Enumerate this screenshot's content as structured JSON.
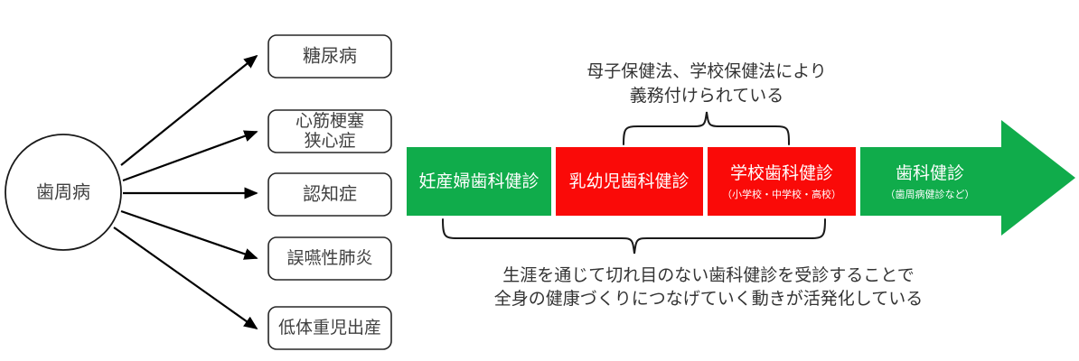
{
  "colors": {
    "green": "#10AC4B",
    "red": "#FA0A08",
    "outline": "#262626",
    "text_dark": "#404040",
    "text_note": "#333333",
    "label_light": "#FFFFFF",
    "background": "#FFFFFF"
  },
  "left_diagram": {
    "source": {
      "label": "歯周病",
      "shape": "circle"
    },
    "outcomes": [
      {
        "label_lines": [
          "糖尿病"
        ]
      },
      {
        "label_lines": [
          "心筋梗塞",
          "狭心症"
        ]
      },
      {
        "label_lines": [
          "認知症"
        ]
      },
      {
        "label_lines": [
          "誤嚥性肺炎"
        ]
      },
      {
        "label_lines": [
          "低体重児出産"
        ]
      }
    ]
  },
  "right_diagram": {
    "arrow_segments": [
      {
        "main": "妊産婦歯科健診",
        "sub": "",
        "color": "green"
      },
      {
        "main": "乳幼児歯科健診",
        "sub": "",
        "color": "red"
      },
      {
        "main": "学校歯科健診",
        "sub": "（小学校・中学校・高校）",
        "color": "red"
      },
      {
        "main": "歯科健診",
        "sub": "（歯周病健診など）",
        "color": "green"
      }
    ],
    "top_note_lines": [
      "母子保健法、学校保健法により",
      "義務付けられている"
    ],
    "bottom_note_lines": [
      "生涯を通じて切れ目のない歯科健診を受診することで",
      "全身の健康づくりにつなげていく動きが活発化している"
    ]
  }
}
